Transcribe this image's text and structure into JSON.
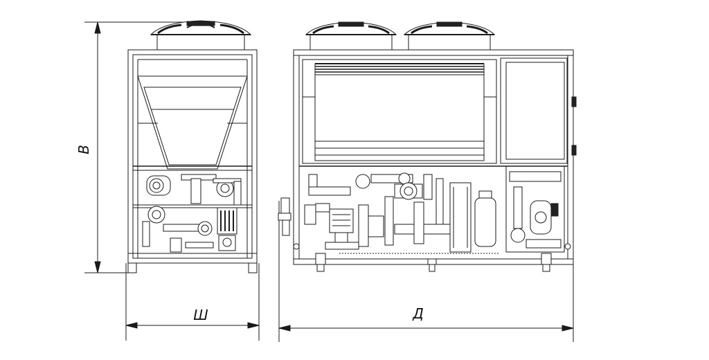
{
  "dimensions": {
    "height_label": "В",
    "width_label": "Ш",
    "length_label": "Д"
  },
  "colors": {
    "line": "#1a1a1a",
    "fill": "#ffffff",
    "dark": "#222222"
  }
}
